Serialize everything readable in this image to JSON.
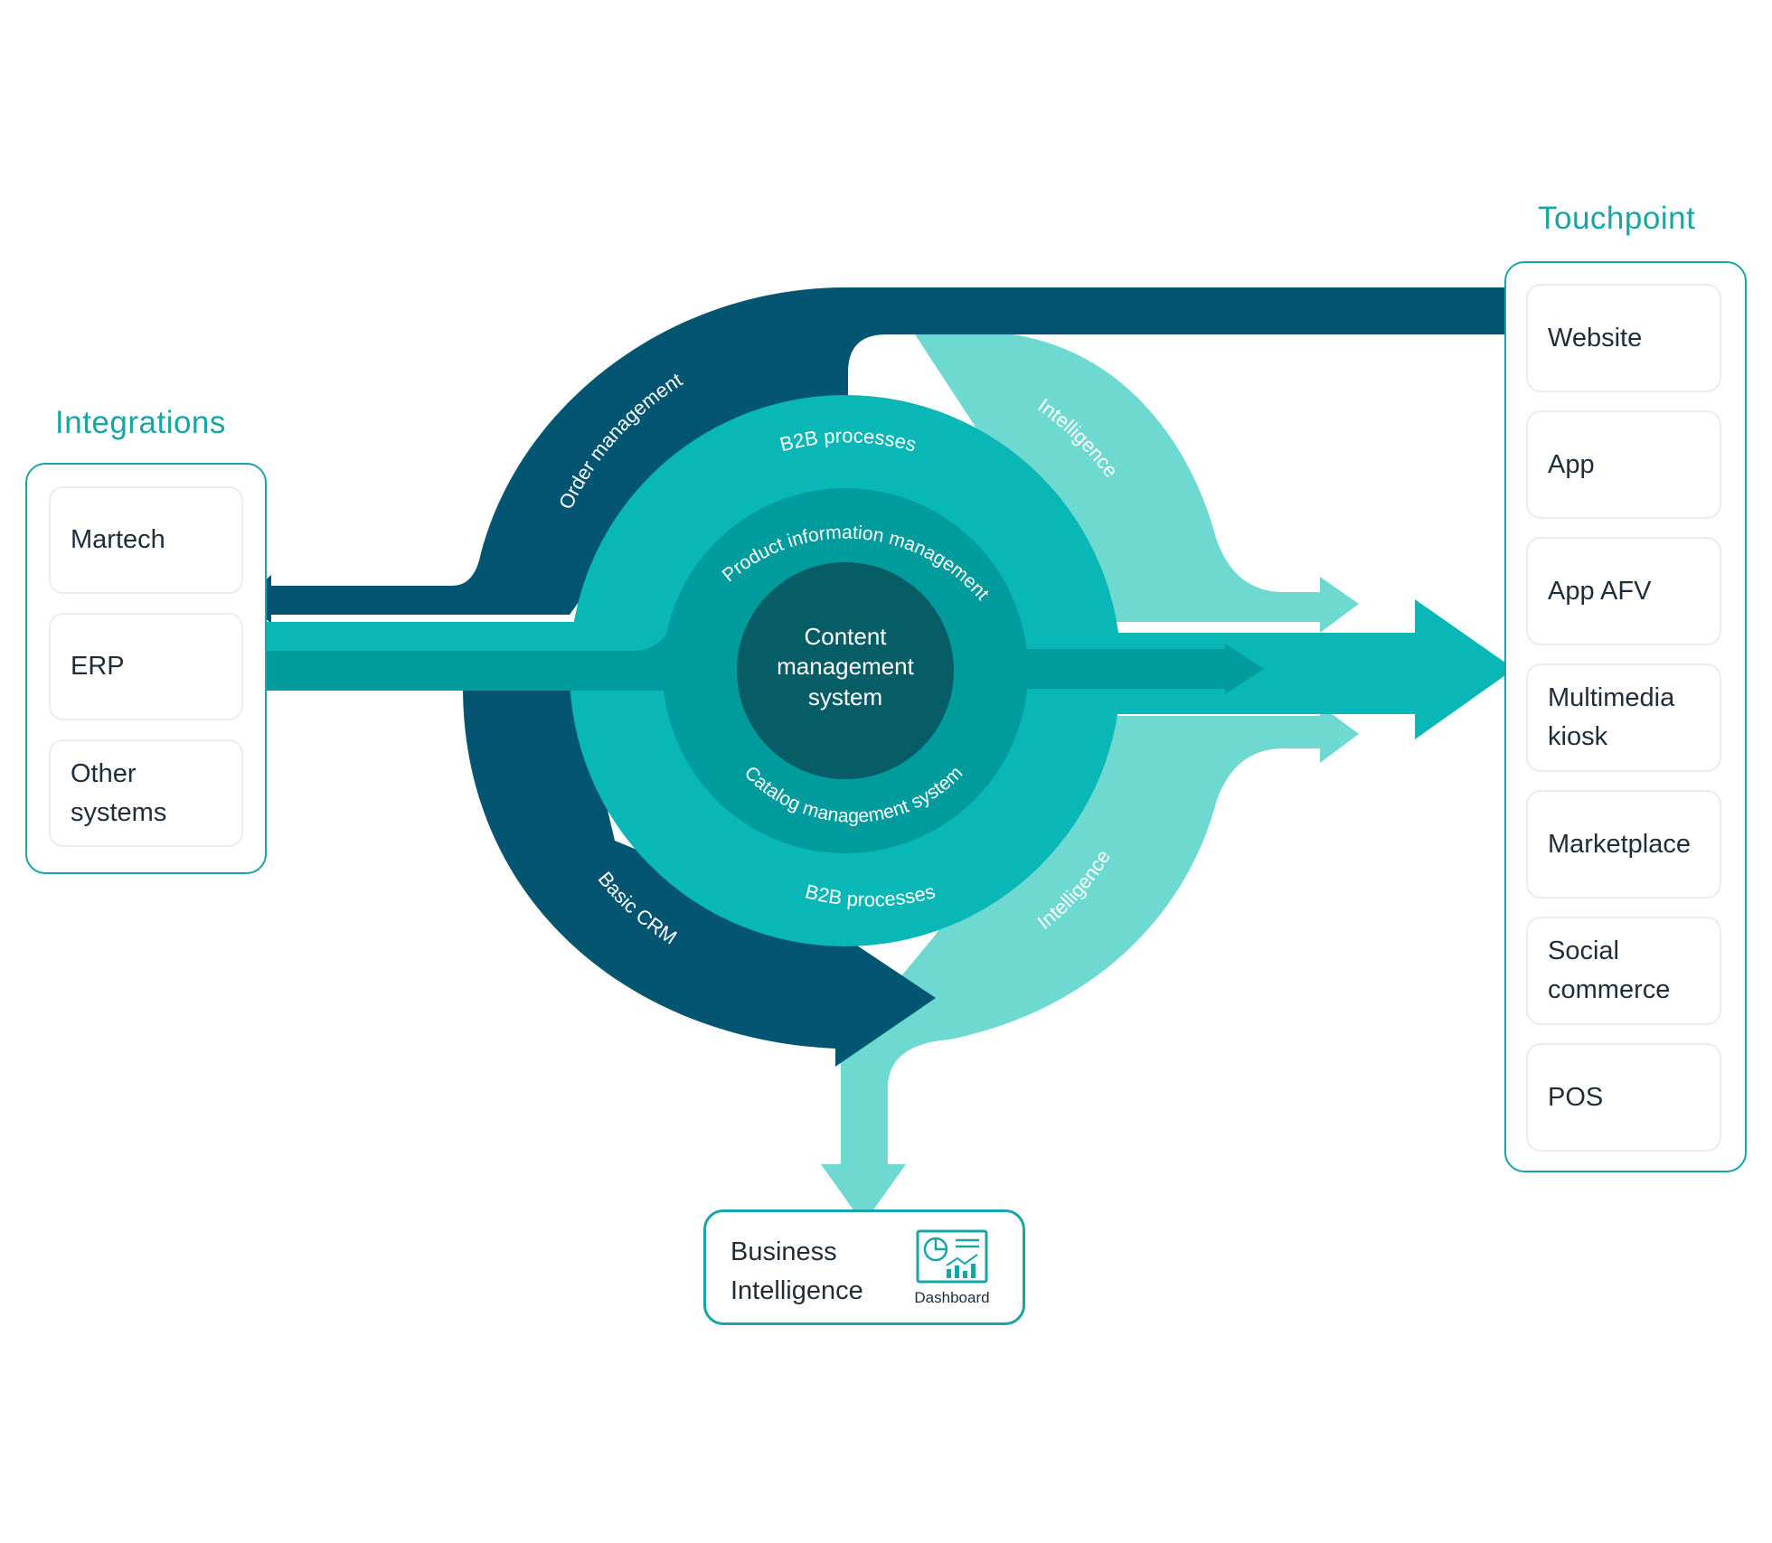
{
  "colors": {
    "dark_navy": "#035571",
    "teal": "#0ab7b7",
    "mid_teal": "#009b9d",
    "light_teal": "#6dd9d1",
    "core": "#075d66",
    "accent": "#17a5a5"
  },
  "integrations": {
    "title": "Integrations",
    "items": [
      {
        "label": "Martech"
      },
      {
        "label": "ERP"
      },
      {
        "label": "Other\nsystems"
      }
    ]
  },
  "touchpoint": {
    "title": "Touchpoint",
    "items": [
      {
        "label": "Website"
      },
      {
        "label": "App"
      },
      {
        "label": "App AFV"
      },
      {
        "label": "Multimedia\nkiosk"
      },
      {
        "label": "Marketplace"
      },
      {
        "label": "Social\ncommerce"
      },
      {
        "label": "POS"
      }
    ]
  },
  "core": {
    "line1": "Content",
    "line2": "management",
    "line3": "system"
  },
  "rings": {
    "pim": "Product information management",
    "catalog": "Catalog management system",
    "b2b_top": "B2B processes",
    "b2b_bottom": "B2B processes",
    "order": "Order management",
    "crm": "Basic CRM",
    "intel_top": "Intelligence",
    "intel_bottom": "Intelligence"
  },
  "business_intelligence": {
    "label": "Business\nIntelligence",
    "icon": "dashboard-icon",
    "icon_label": "Dashboard"
  }
}
